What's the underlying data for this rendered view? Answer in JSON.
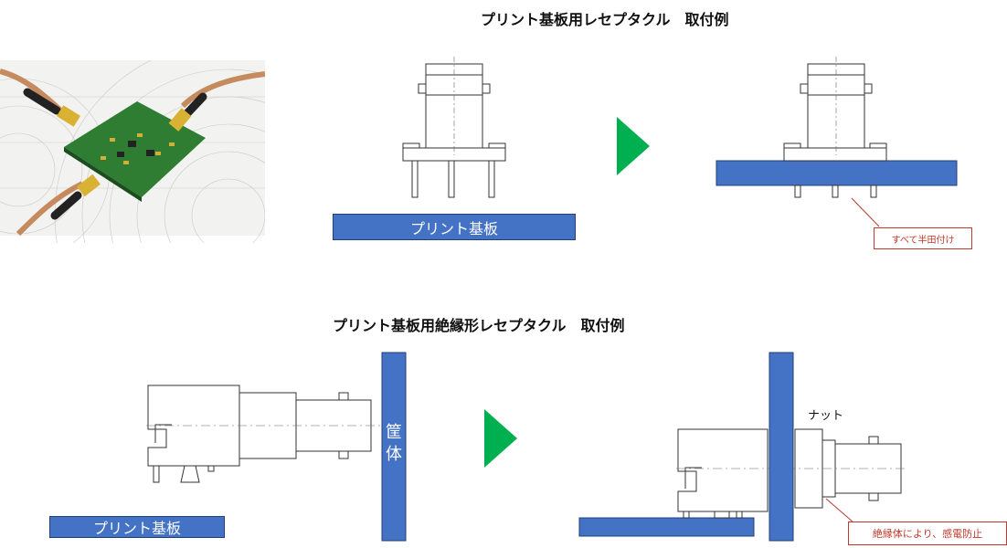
{
  "titles": {
    "top": "プリント基板用レセプタクル　取付例",
    "bottom": "プリント基板用絶縁形レセプタクル　取付例"
  },
  "labels": {
    "pcb_top": "プリント基板",
    "pcb_bottom": "プリント基板",
    "housing_1": "筐",
    "housing_2": "体",
    "nut": "ナット"
  },
  "notes": {
    "solder": "すべて半田付け",
    "insulation": "絶縁体により、感電防止"
  },
  "colors": {
    "panel_blue": "#4472c4",
    "arrow_green": "#00b050",
    "note_red": "#c0392b"
  }
}
